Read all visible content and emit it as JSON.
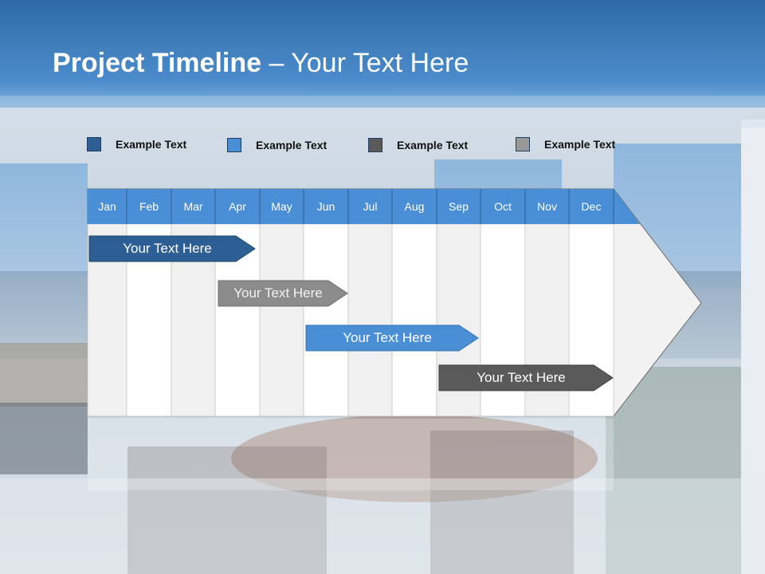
{
  "title": {
    "bold": "Project Timeline",
    "rest": " – Your Text Here"
  },
  "legend": [
    {
      "label": "Example Text",
      "color": "#2e5f94"
    },
    {
      "label": "Example Text",
      "color": "#4a8fd6"
    },
    {
      "label": "Example Text",
      "color": "#5a5a5a"
    },
    {
      "label": "Example Text",
      "color": "#999999"
    }
  ],
  "months": [
    "Jan",
    "Feb",
    "Mar",
    "Apr",
    "May",
    "Jun",
    "Jul",
    "Aug",
    "Sep",
    "Oct",
    "Nov",
    "Dec"
  ],
  "tasks": [
    {
      "label": "Your  Text Here",
      "color": "#2e5f94",
      "text_color": "#ffffff"
    },
    {
      "label": "Your  Text Here",
      "color": "#8c8c8c",
      "text_color": "#f2f2f2"
    },
    {
      "label": "Your  Text Here",
      "color": "#4a8fd6",
      "text_color": "#ffffff"
    },
    {
      "label": "Your  Text Here",
      "color": "#5a5a5a",
      "text_color": "#ffffff"
    }
  ],
  "colors": {
    "header_blue": "#4a8fd6",
    "title_bar": "#3d7fc4"
  }
}
